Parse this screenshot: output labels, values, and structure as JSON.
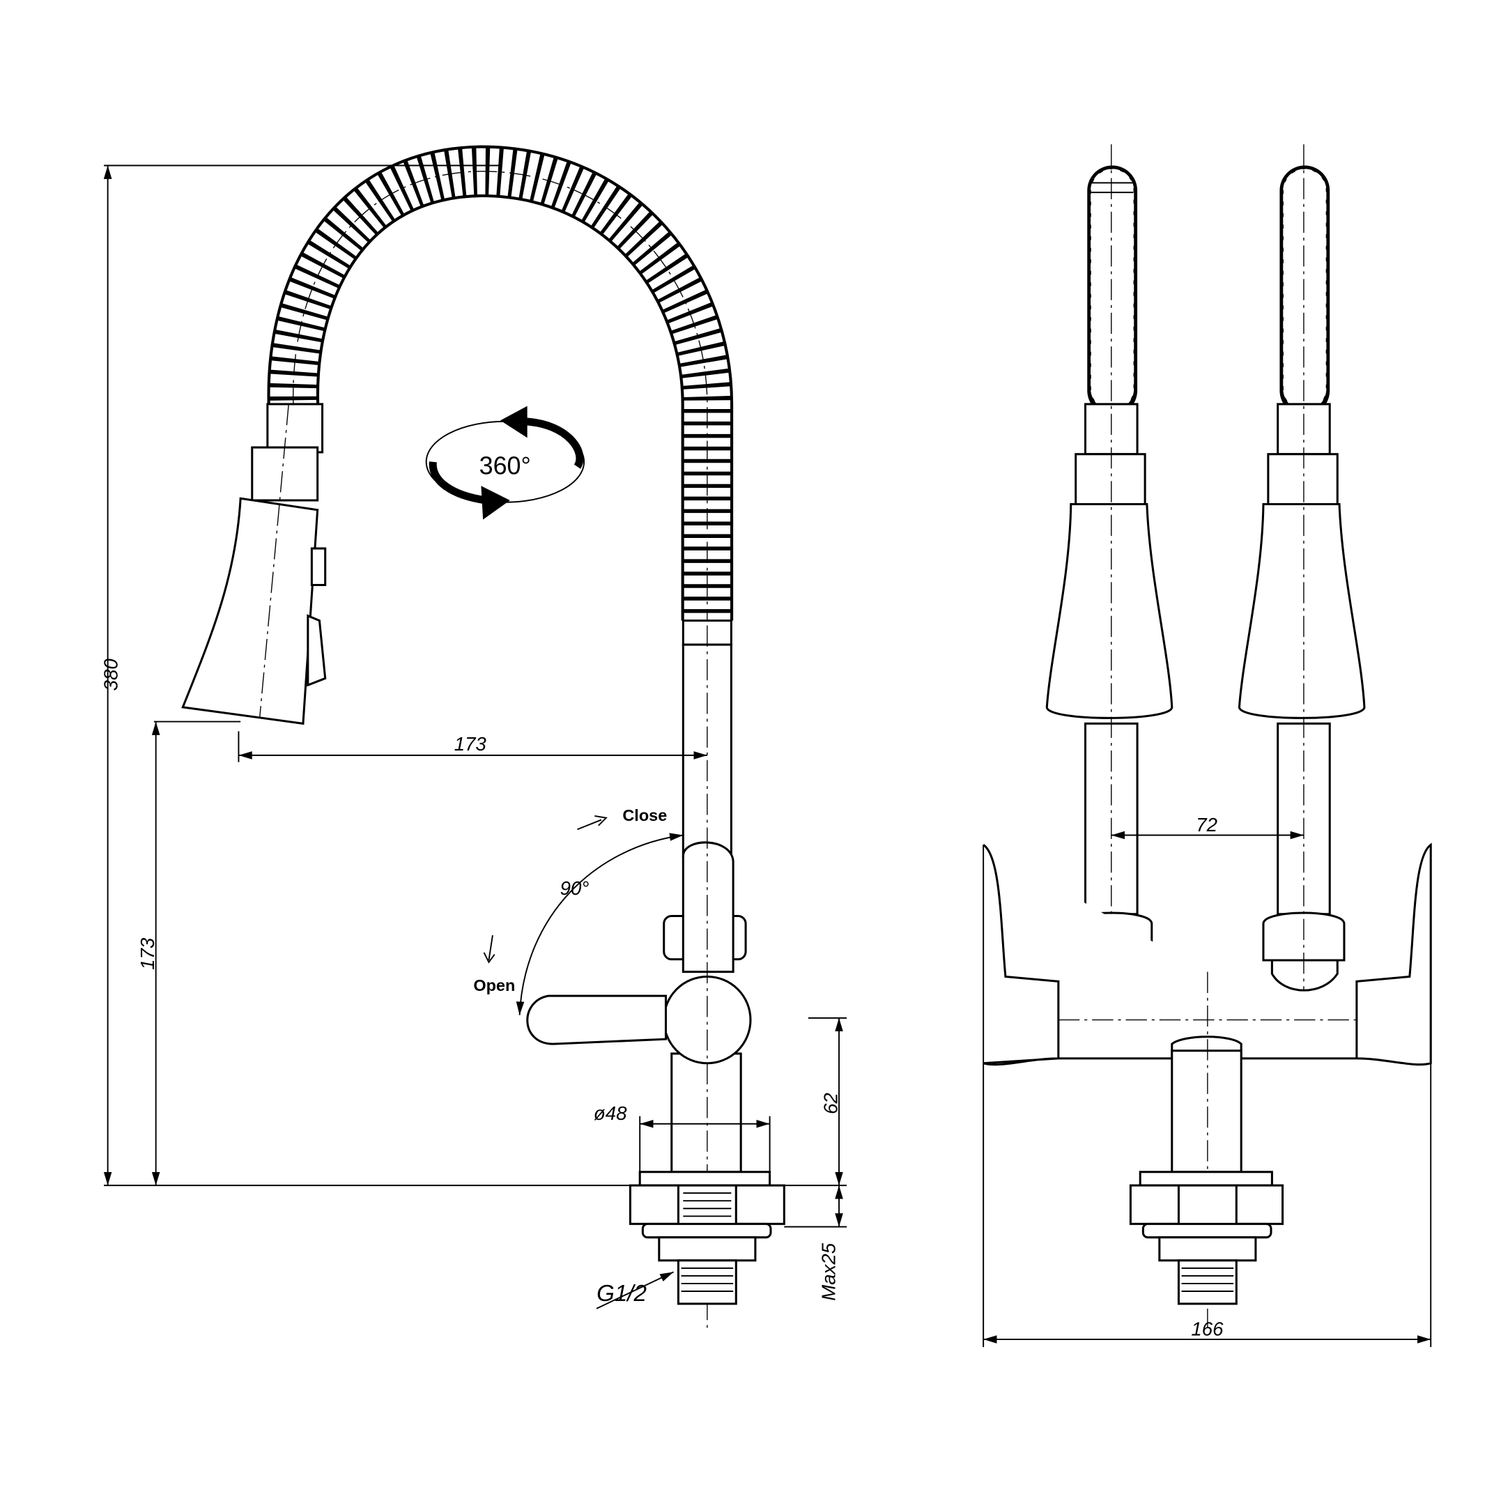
{
  "drawing": {
    "side_view": {
      "total_height": "380",
      "spout_height": "173",
      "spout_reach": "173",
      "rotation": "360°",
      "handle_angle": "90°",
      "close_label": "Close",
      "open_label": "Open",
      "base_diameter": "ø48",
      "handle_height": "62",
      "max_thickness": "Max25",
      "thread": "G1/2"
    },
    "front_view": {
      "spray_spacing": "72",
      "total_width": "166"
    }
  }
}
